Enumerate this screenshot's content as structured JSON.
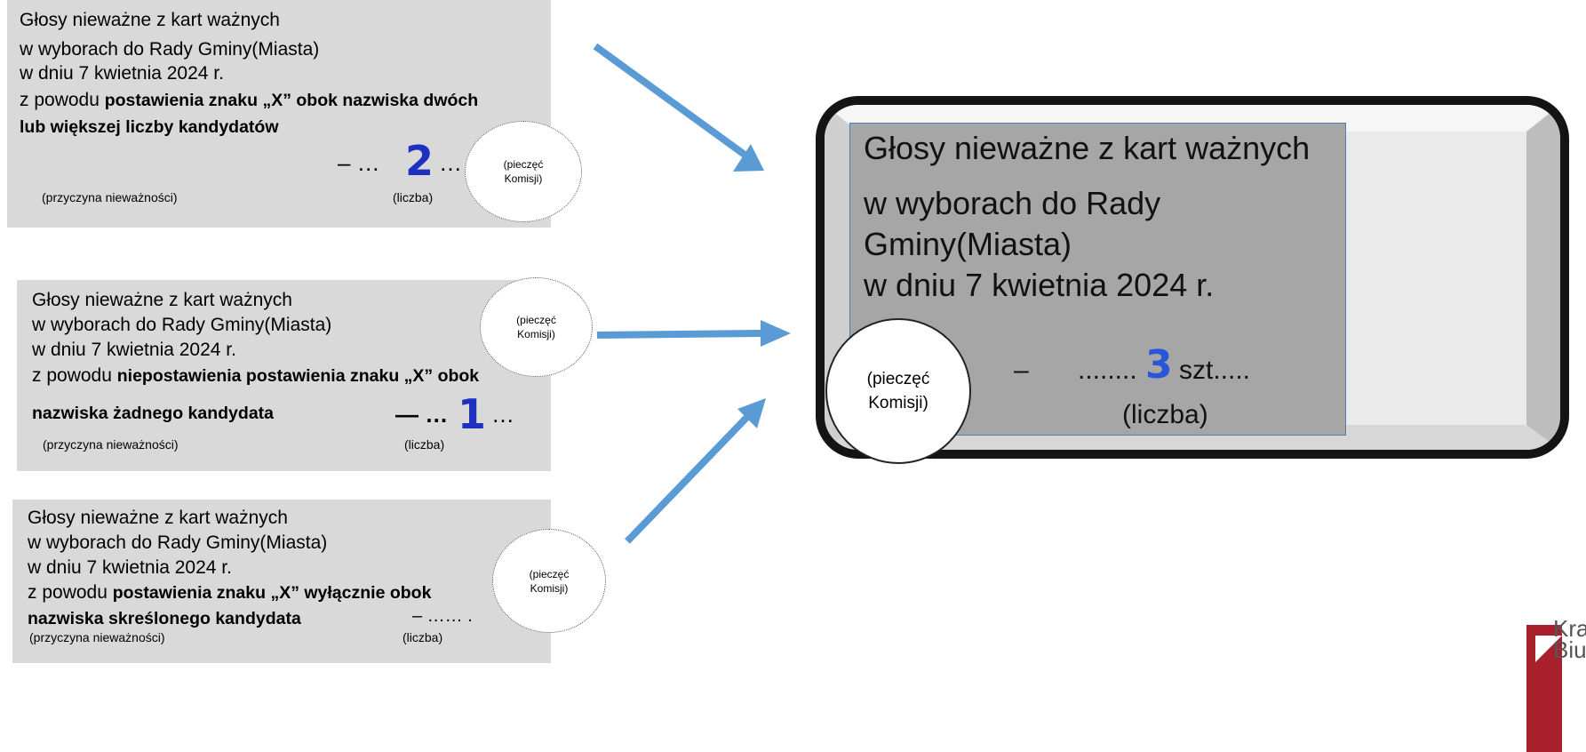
{
  "card1": {
    "line1": "Głosy nieważne z kart ważnych",
    "line2": "w wyborach do Rady Gminy(Miasta)",
    "line3": "w dniu 7 kwietnia 2024 r.",
    "line4_prefix": "z powodu ",
    "line4_bold": "postawienia znaku „X” obok nazwiska dwóch",
    "line5_bold": "lub większej liczby kandydatów",
    "dash_dots_left": "– …",
    "number": "2",
    "dots_right": "…",
    "stamp": [
      "(pieczęć",
      "Komisji)"
    ],
    "label_reason": "(przyczyna nieważności)",
    "label_count": "(liczba)"
  },
  "card2": {
    "line1": "Głosy nieważne z kart ważnych",
    "line2": "w wyborach do Rady Gminy(Miasta)",
    "line3": "w dniu 7 kwietnia 2024 r.",
    "line4_prefix": "z powodu ",
    "line4_bold": "niepostawienia postawienia znaku „X” obok",
    "line5_bold": "nazwiska żadnego kandydata",
    "dash_dots_left": "— …",
    "number": "1",
    "dots_right": "…",
    "stamp": [
      "(pieczęć",
      "Komisji)"
    ],
    "label_reason": "(przyczyna nieważności)",
    "label_count": "(liczba)"
  },
  "card3": {
    "line1": "Głosy nieważne z kart ważnych",
    "line2": "w wyborach do Rady Gminy(Miasta)",
    "line3": "w dniu 7 kwietnia 2024 r.",
    "line4_prefix": "z powodu ",
    "line4_bold": "postawienia znaku „X” wyłącznie obok",
    "line5_bold": "nazwiska skreślonego kandydata",
    "dash_dots": "– …… .",
    "stamp": [
      "(pieczęć",
      "Komisji)"
    ],
    "label_reason": "(przyczyna nieważności)",
    "label_count": "(liczba)"
  },
  "summary": {
    "line1": "Głosy nieważne z kart ważnych",
    "line2": "w wyborach do Rady",
    "line3": "Gminy(Miasta)",
    "line4": "w dniu 7 kwietnia 2024 r.",
    "dash": "–",
    "dots_left": "........",
    "number": "3",
    "unit": "szt.....",
    "label_count": "(liczba)",
    "stamp": [
      "(pieczęć",
      "Komisji)"
    ]
  },
  "logo": {
    "text_line1": "Krajo",
    "text_line2": "Biuro"
  },
  "colors": {
    "card_bg": "#d9d9d9",
    "number_blue": "#1f2fbf",
    "arrow_blue": "#5b9bd5",
    "summary_bg": "#a6a6a6",
    "logo_red": "#a8202c"
  }
}
